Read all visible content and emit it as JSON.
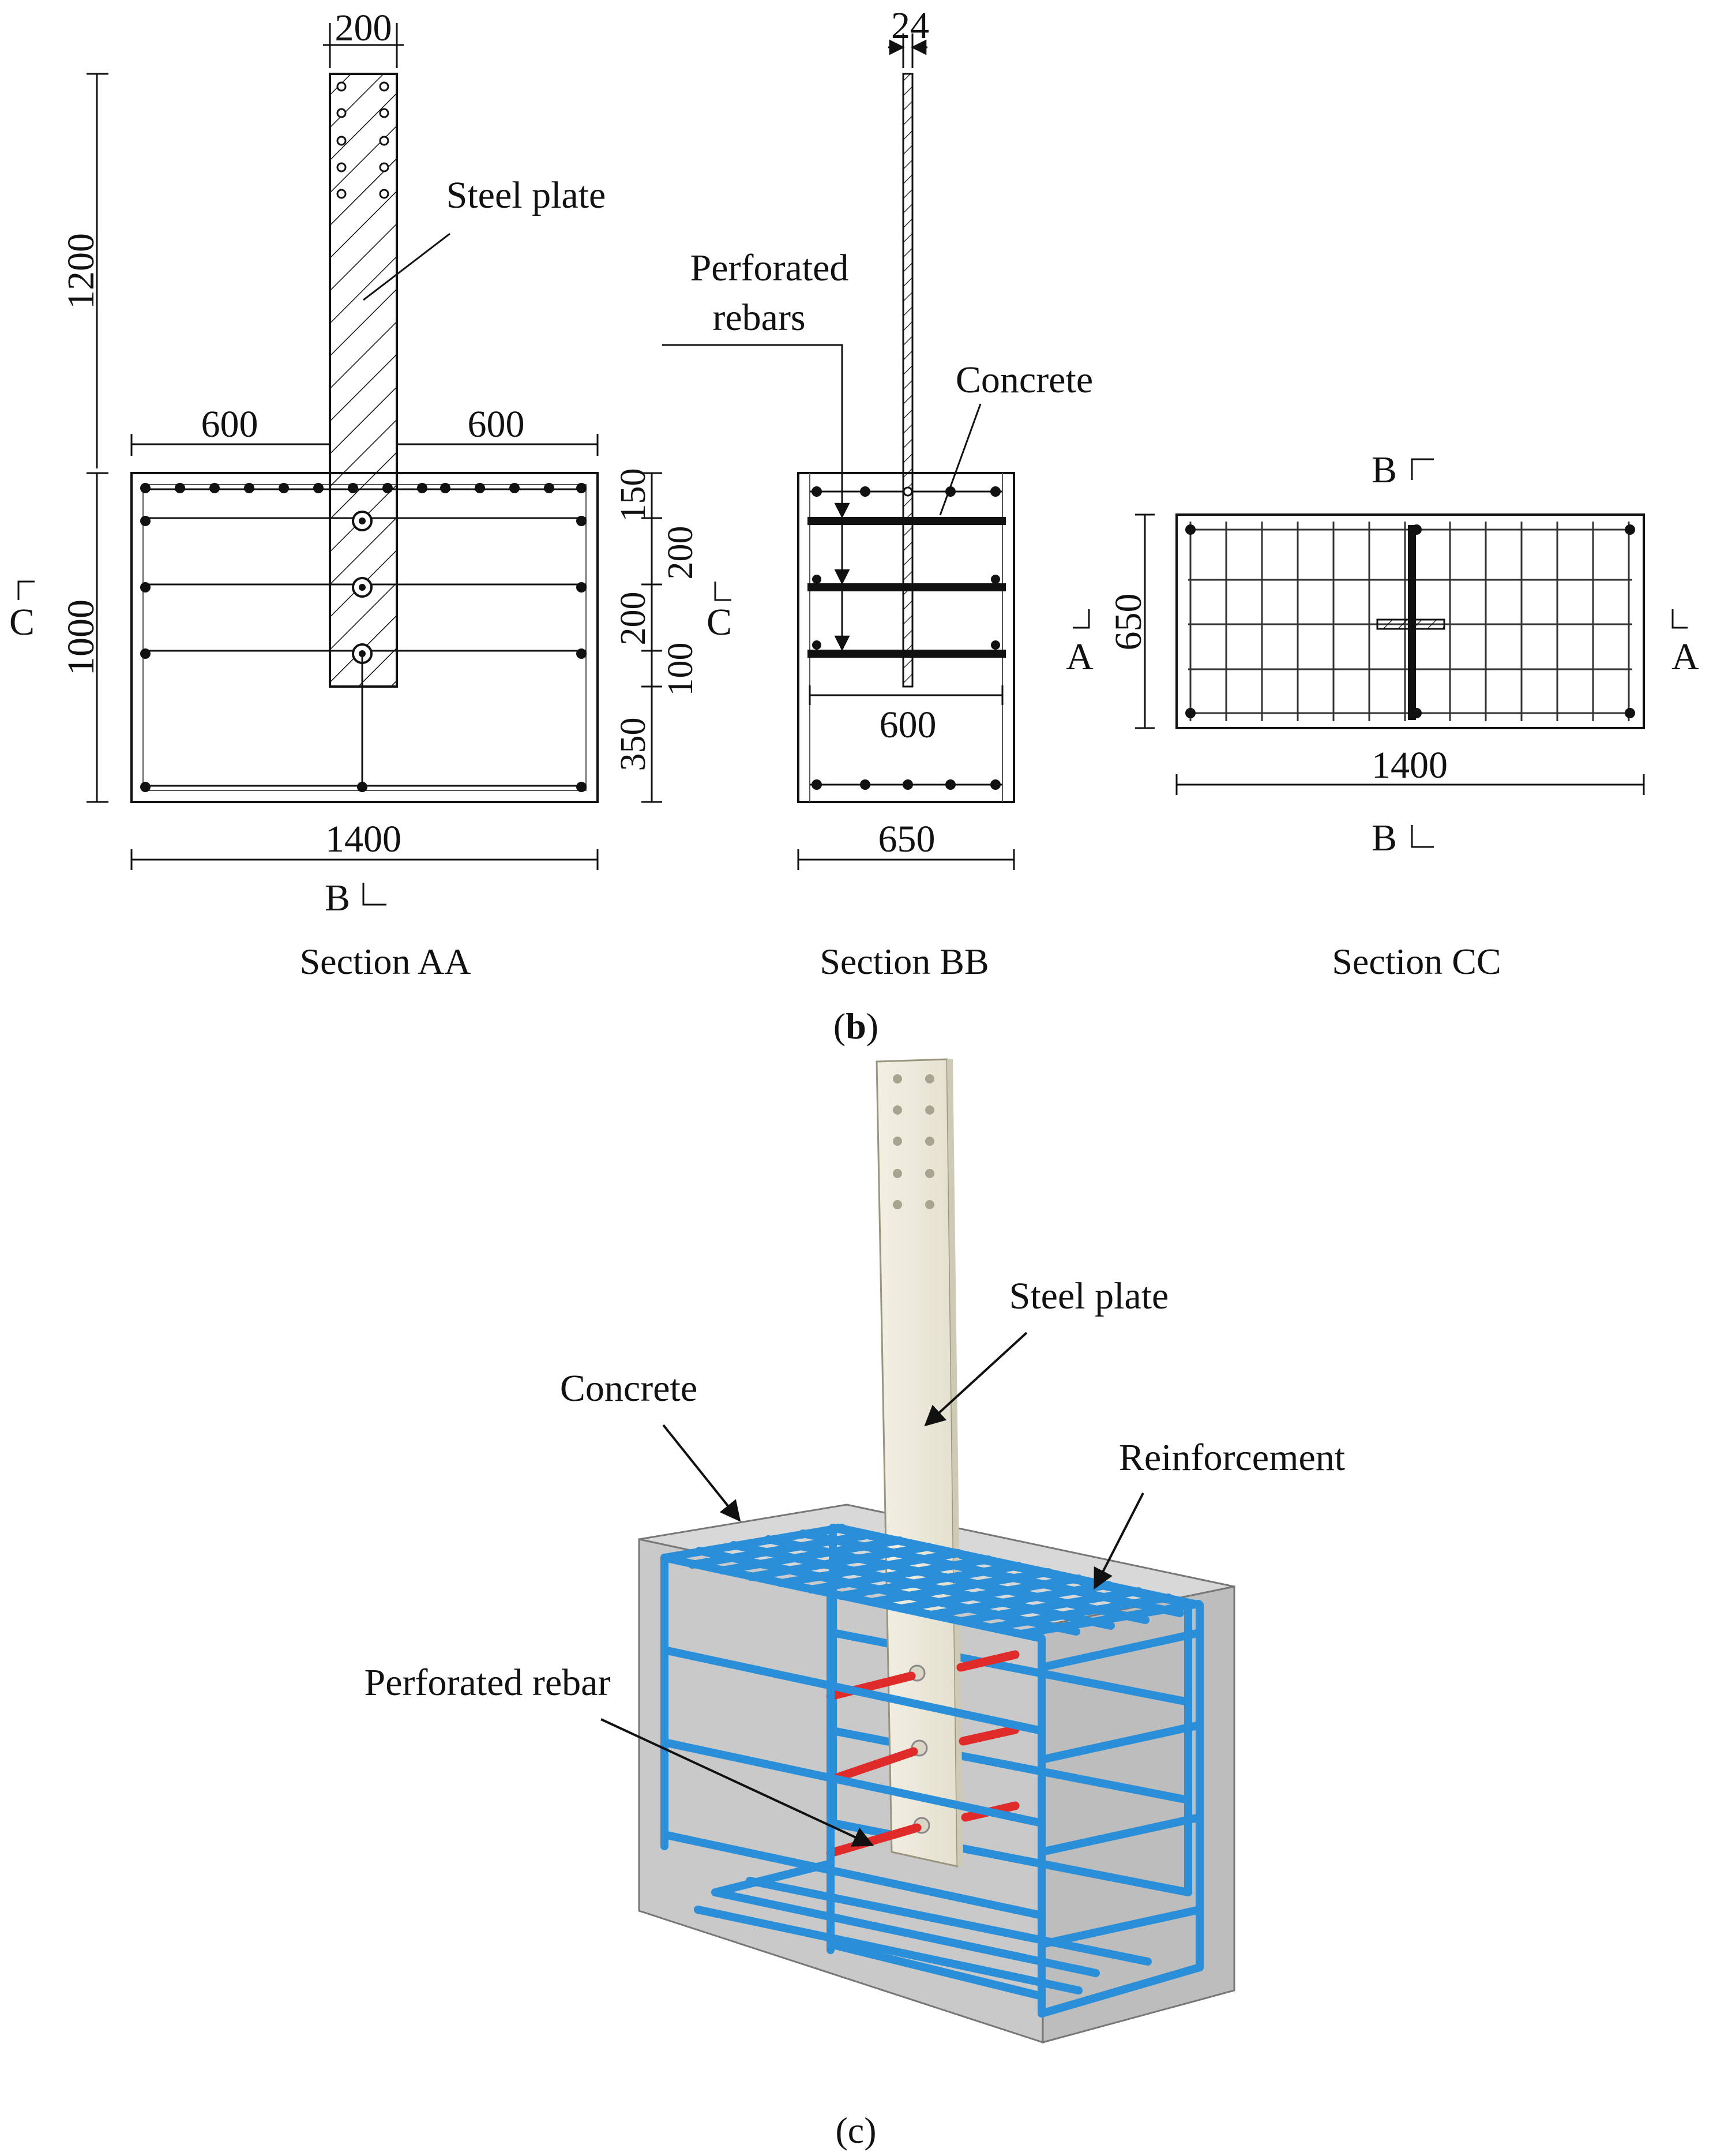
{
  "section_aa": {
    "dim_plate_width": "200",
    "dim_plate_height": "1200",
    "dim_left": "600",
    "dim_right": "600",
    "dim_base_height": "1000",
    "dim_width": "1400",
    "dim_s1": "150",
    "dim_s2": "200",
    "dim_s3": "200",
    "dim_s4": "100",
    "dim_s5": "350",
    "label_steel_plate": "Steel plate",
    "cut_c_left": "C",
    "cut_c_right": "C",
    "cut_b": "B",
    "caption": "Section AA"
  },
  "section_bb": {
    "dim_plate_thickness": "24",
    "label_perforated": "Perforated",
    "label_rebars": "rebars",
    "label_concrete": "Concrete",
    "dim_inner": "600",
    "dim_width": "650",
    "caption": "Section BB"
  },
  "section_cc": {
    "cut_b_top": "B",
    "cut_b_bottom": "B",
    "cut_a_left": "A",
    "cut_a_right": "A",
    "dim_height": "650",
    "dim_width": "1400",
    "caption": "Section CC"
  },
  "panel_b_label": {
    "open": "(",
    "letter": "b",
    "close": ")"
  },
  "panel_c": {
    "label_steel_plate": "Steel plate",
    "label_concrete": "Concrete",
    "label_reinforcement": "Reinforcement",
    "label_perforated_rebar": "Perforated rebar",
    "caption": "(c)"
  },
  "colors": {
    "reinforcement": "#2a8fd8",
    "perforated_rebar": "#e02b2b",
    "steel_plate": "#eeeadb",
    "concrete": "#c8c8c8"
  }
}
